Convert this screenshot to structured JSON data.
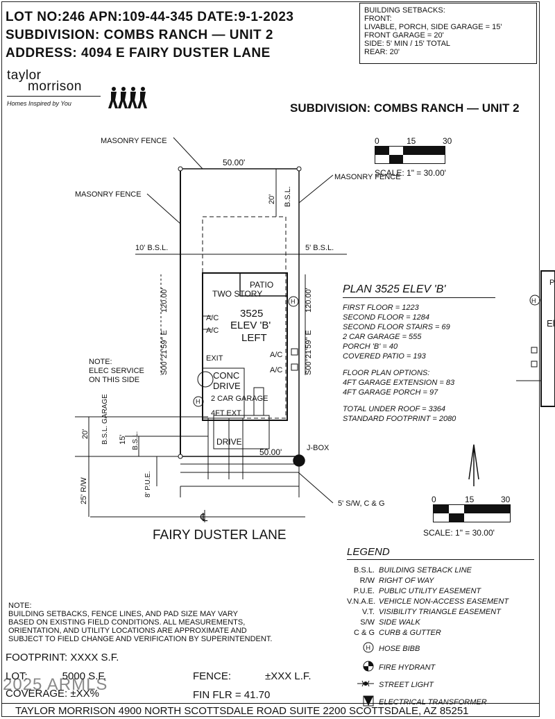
{
  "header": {
    "lot_line": "LOT NO:246  APN:109-44-345  DATE:9-1-2023",
    "subdivision_line": "SUBDIVISION: COMBS RANCH — UNIT 2",
    "address_line": "ADDRESS: 4094 E FAIRY DUSTER LANE"
  },
  "setbacks": {
    "title": "BUILDING SETBACKS:",
    "lines": [
      "FRONT:",
      "LIVABLE, PORCH, SIDE GARAGE = 15'",
      "FRONT GARAGE = 20'",
      "SIDE: 5' MIN / 15' TOTAL",
      "REAR: 20'"
    ]
  },
  "brand": {
    "name_top": "taylor",
    "name_bottom": "morrison",
    "tagline": "Homes Inspired by You"
  },
  "subdivision_label": "SUBDIVISION: COMBS RANCH — UNIT 2",
  "plot": {
    "masonry_fence": "MASONRY FENCE",
    "rear_width": "50.00'",
    "front_width": "50.00'",
    "rear_bsl": "20'",
    "bsl": "B.S.L.",
    "left_bsl": "10' B.S.L.",
    "right_bsl": "5' B.S.L.",
    "depth": "120.00'",
    "bearing": "S00°21'59\" E",
    "patio": "PATIO",
    "two_story": "TWO STORY",
    "plan_num": "3525",
    "elev": "ELEV 'B'",
    "orientation": "LEFT",
    "ac": "A/C",
    "exit": "EXIT",
    "conc": "CONC",
    "drive": "DRIVE",
    "car_garage": "2 CAR GARAGE",
    "fourft_ext": "4FT EXT",
    "drive_label": "DRIVE",
    "elec_note": [
      "NOTE:",
      "ELEC SERVICE",
      "ON THIS SIDE"
    ],
    "garage_bsl": "20'",
    "garage_label": "B.S.L. GARAGE",
    "fifteen_bsl": "15'",
    "row_label": "25' R/W",
    "pue_label": "8' P.U.E.",
    "jbox": "J-BOX",
    "sw_label": "5' S/W, C & G",
    "street": "FAIRY   DUSTER   LANE"
  },
  "scale_top": {
    "ticks": [
      "0",
      "15",
      "30"
    ],
    "label": "SCALE: 1\" = 30.00'"
  },
  "scale_bottom": {
    "ticks": [
      "0",
      "15",
      "30"
    ],
    "label": "SCALE: 1\" = 30.00'"
  },
  "plan": {
    "title": "PLAN 3525 ELEV 'B'",
    "areas": [
      "FIRST FLOOR = 1223",
      "SECOND FLOOR = 1284",
      "SECOND FLOOR STAIRS = 69",
      "2 CAR GARAGE = 555",
      "PORCH 'B' = 40",
      "COVERED PATIO = 193"
    ],
    "options_title": "FLOOR PLAN OPTIONS:",
    "options": [
      "4FT GARAGE EXTENSION = 83",
      "4FT GARAGE PORCH = 97"
    ],
    "totals": [
      "TOTAL UNDER ROOF = 3364",
      "STANDARD FOOTPRINT = 2080"
    ]
  },
  "legend": {
    "title": "LEGEND",
    "items": [
      {
        "abbr": "B.S.L.",
        "desc": "BUILDING SETBACK LINE"
      },
      {
        "abbr": "R/W",
        "desc": "RIGHT OF WAY"
      },
      {
        "abbr": "P.U.E.",
        "desc": "PUBLIC UTILITY EASEMENT"
      },
      {
        "abbr": "V.N.A.E.",
        "desc": "VEHICLE NON-ACCESS EASEMENT"
      },
      {
        "abbr": "V.T.",
        "desc": "VISIBILITY TRIANGLE EASEMENT"
      },
      {
        "abbr": "S/W",
        "desc": "SIDE WALK"
      },
      {
        "abbr": "C & G",
        "desc": "CURB & GUTTER"
      }
    ],
    "symbols": [
      {
        "icon": "hose-bibb-icon",
        "desc": "HOSE BIBB"
      },
      {
        "icon": "fire-hydrant-icon",
        "desc": "FIRE HYDRANT"
      },
      {
        "icon": "street-light-icon",
        "desc": "STREET LIGHT"
      },
      {
        "icon": "electrical-transformer-icon",
        "desc": "ELECTRICAL TRANSFORMER"
      }
    ]
  },
  "note": {
    "title": "NOTE:",
    "lines": [
      "BUILDING SETBACKS, FENCE LINES, AND PAD SIZE MAY VARY",
      "BASED ON EXISTING FIELD CONDITIONS.  ALL MEASUREMENTS,",
      "ORIENTATION, AND UTILITY LOCATIONS ARE APPROXIMATE AND",
      "SUBJECT TO FIELD CHANGE AND VERIFICATION BY SUPERINTENDENT."
    ]
  },
  "footer": {
    "footprint": "FOOTPRINT: XXXX S.F.",
    "lot": "LOT:            5000 S.F.",
    "coverage": "COVERAGE: ±XX%",
    "fence_label": "FENCE:",
    "fence_value": "±XXX L.F.",
    "fin_flr": "FIN FLR = 41.70",
    "watermark": "2025 ARMLS",
    "address": "TAYLOR MORRISON 4900 NORTH SCOTTSDALE ROAD SUITE 2200 SCOTTSDALE, AZ  85251"
  }
}
